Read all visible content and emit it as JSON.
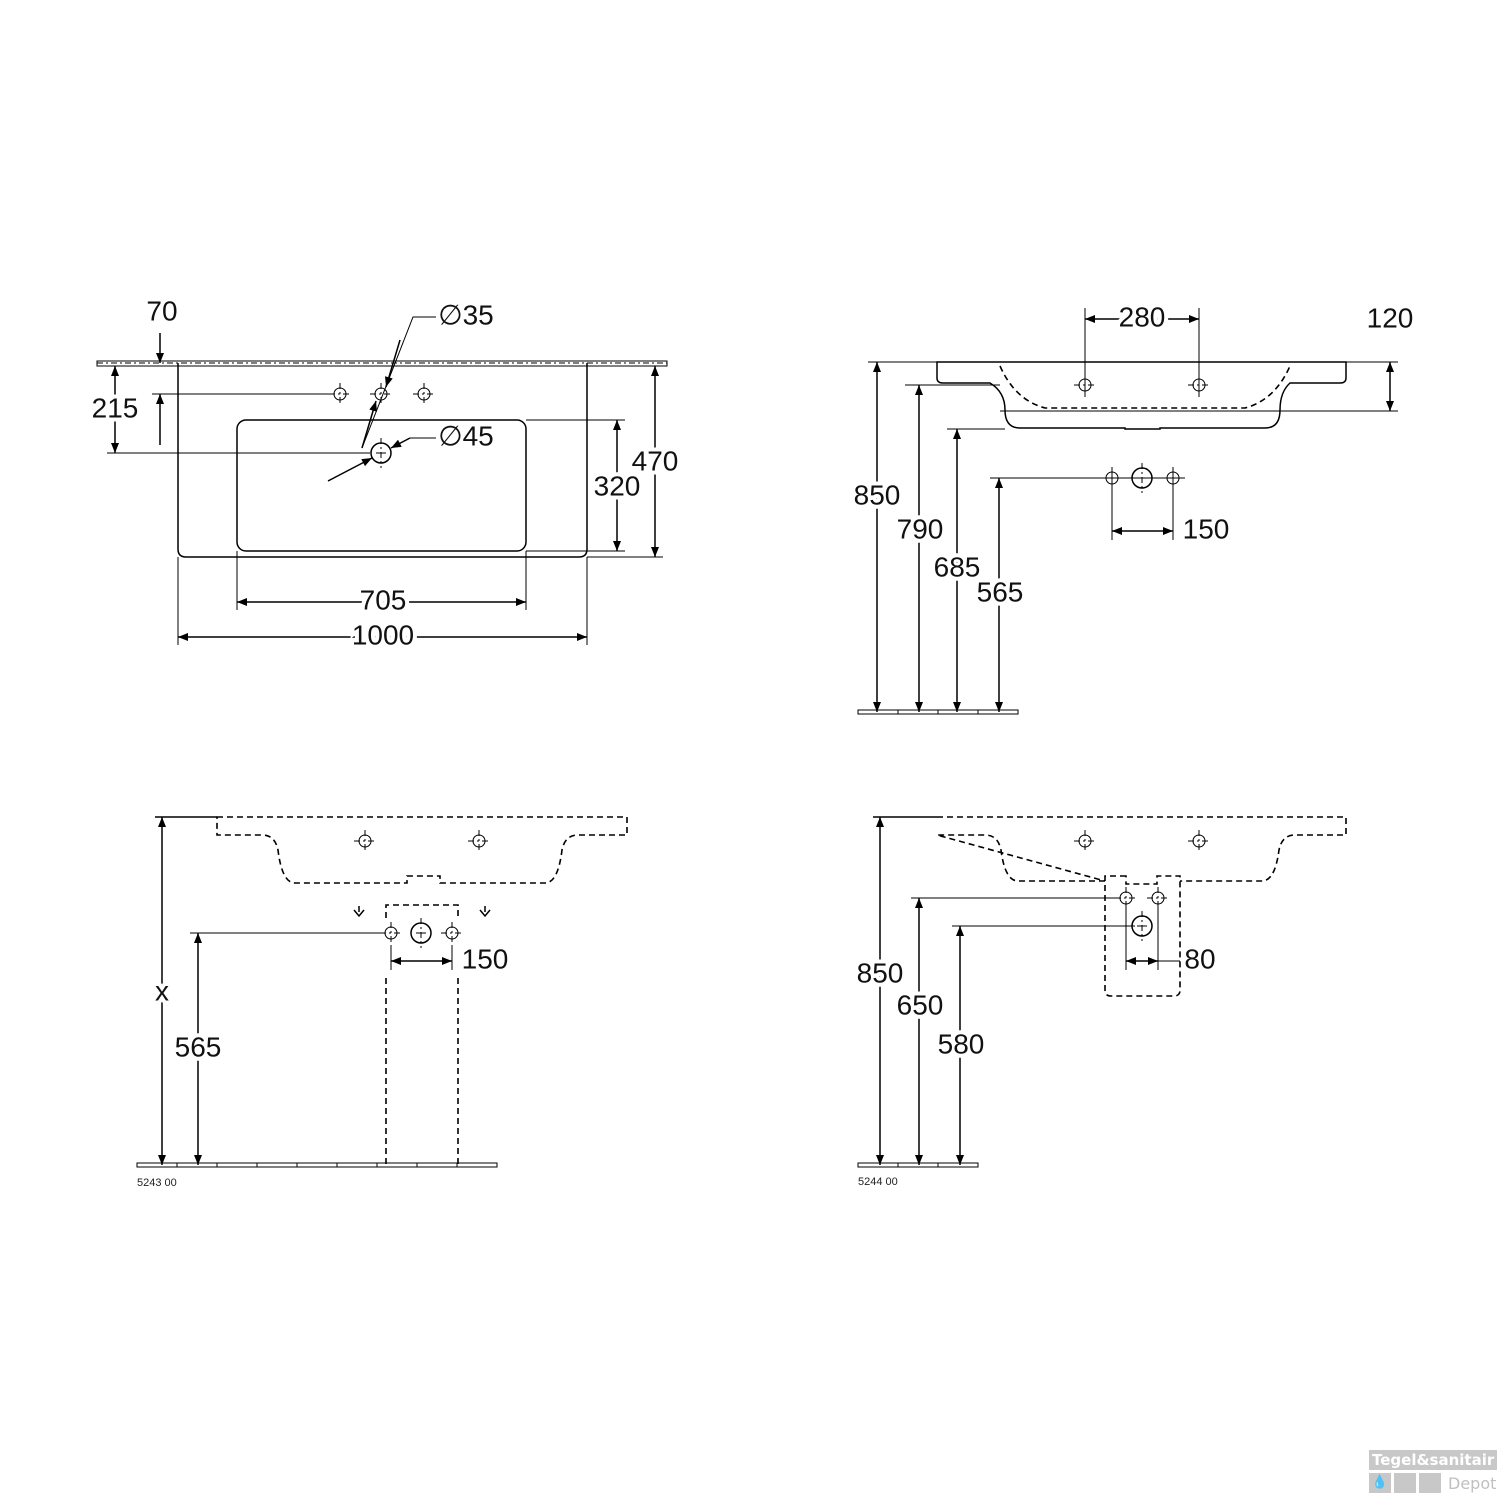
{
  "views": {
    "top_view": {
      "dims": {
        "d70": "70",
        "d215": "215",
        "d35": "∅35",
        "d45": "∅45",
        "d320": "320",
        "d470": "470",
        "d705": "705",
        "d1000": "1000"
      }
    },
    "side_view": {
      "dims": {
        "d280": "280",
        "d120": "120",
        "d850": "850",
        "d790": "790",
        "d685": "685",
        "d565": "565",
        "d150": "150"
      }
    },
    "installation_5243": {
      "dims": {
        "dx": "x",
        "d565": "565",
        "d150": "150"
      },
      "article_number": "5243 00"
    },
    "installation_5244": {
      "dims": {
        "d850": "850",
        "d650": "650",
        "d580": "580",
        "d80": "80"
      },
      "article_number": "5244 00"
    }
  },
  "watermark": {
    "brand": "Tegel&sanitair",
    "sub": "Depot",
    "icon": "water-drop-icon"
  },
  "colors": {
    "line": "#000000",
    "watermark": "#c8c8c8"
  }
}
